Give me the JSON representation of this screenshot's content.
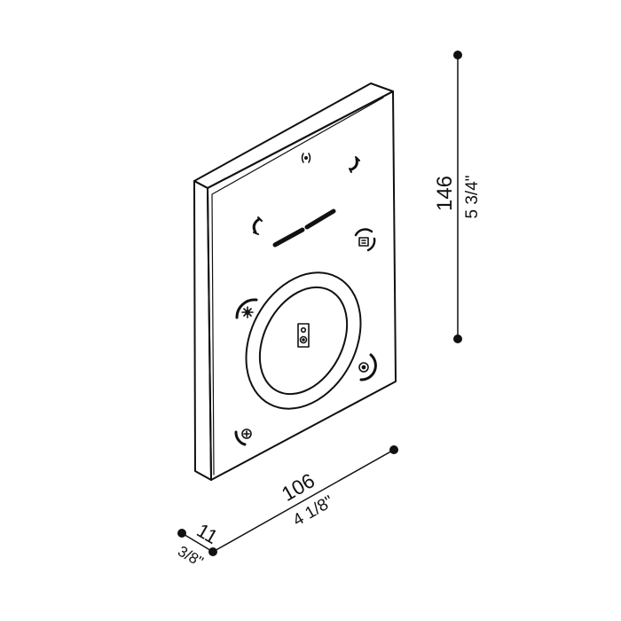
{
  "dimensions": {
    "height": {
      "metric": "146",
      "imperial": "5 3/4\""
    },
    "width": {
      "metric": "106",
      "imperial": "4 1/8\""
    },
    "depth": {
      "metric": "11",
      "imperial": "3/8\""
    }
  },
  "icons": [
    "infrared-sensor-icon",
    "handset-up-icon",
    "handset-left-icon",
    "camera-cycle-icon",
    "light-icon",
    "door-lock-icon",
    "video-intercom-icon",
    "settings-icon"
  ],
  "colors": {
    "stroke": "#111111",
    "background": "#ffffff"
  }
}
